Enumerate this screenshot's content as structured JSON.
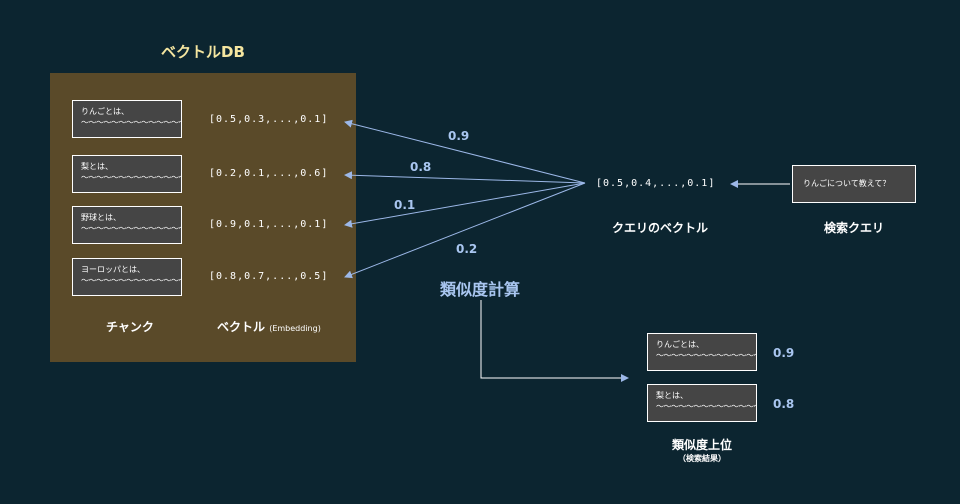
{
  "vector_db": {
    "title": "ベクトルDB",
    "chunks": [
      {
        "text": "りんごとは、",
        "squiggle": "〜〜〜〜〜〜〜〜〜〜〜〜〜〜〜〜。",
        "vector": "[0.5,0.3,...,0.1]"
      },
      {
        "text": "梨とは、",
        "squiggle": "〜〜〜〜〜〜〜〜〜〜〜〜〜〜〜〜。",
        "vector": "[0.2,0.1,...,0.6]"
      },
      {
        "text": "野球とは、",
        "squiggle": "〜〜〜〜〜〜〜〜〜〜〜〜〜〜〜〜。",
        "vector": "[0.9,0.1,...,0.1]"
      },
      {
        "text": "ヨーロッパとは、",
        "squiggle": "〜〜〜〜〜〜〜〜〜〜〜〜〜〜〜〜。",
        "vector": "[0.8,0.7,...,0.5]"
      }
    ],
    "chunk_label": "チャンク",
    "vector_label": "ベクトル",
    "vector_label_sub": "(Embedding)"
  },
  "similarities": [
    "0.9",
    "0.8",
    "0.1",
    "0.2"
  ],
  "query": {
    "vector": "[0.5,0.4,...,0.1]",
    "vector_label": "クエリのベクトル",
    "text": "りんごについて教えて？",
    "text_label": "検索クエリ"
  },
  "similarity_calc_label": "類似度計算",
  "results": {
    "items": [
      {
        "text": "りんごとは、",
        "squiggle": "〜〜〜〜〜〜〜〜〜〜〜〜〜〜〜〜。",
        "score": "0.9"
      },
      {
        "text": "梨とは、",
        "squiggle": "〜〜〜〜〜〜〜〜〜〜〜〜〜〜〜〜。",
        "score": "0.8"
      }
    ],
    "title": "類似度上位",
    "subtitle": "（検索結果）"
  },
  "colors": {
    "background": "#0c2530",
    "db_panel": "#5a4a29",
    "accent": "#a9c6f0",
    "title": "#f5e6a0",
    "box": "#454545"
  }
}
